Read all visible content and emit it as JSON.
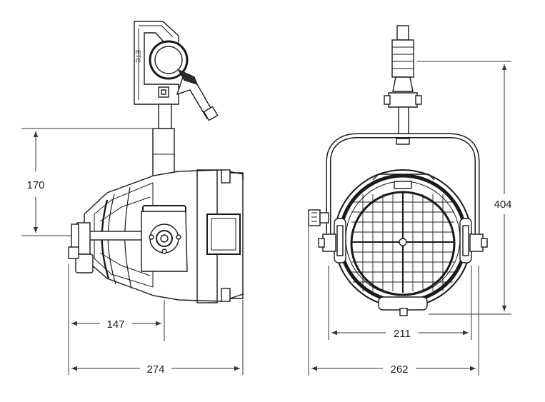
{
  "diagram": {
    "brand_mark": "ETC",
    "dimensions": {
      "height_side": "170",
      "depth_partial": "147",
      "depth_total": "274",
      "height_front": "404",
      "width_inner": "211",
      "width_total": "262"
    }
  },
  "colors": {
    "line": "#1a1a1a",
    "body_fill": "#ffffff",
    "dark_fill": "#2a2a2a",
    "dim_line": "#333333"
  }
}
